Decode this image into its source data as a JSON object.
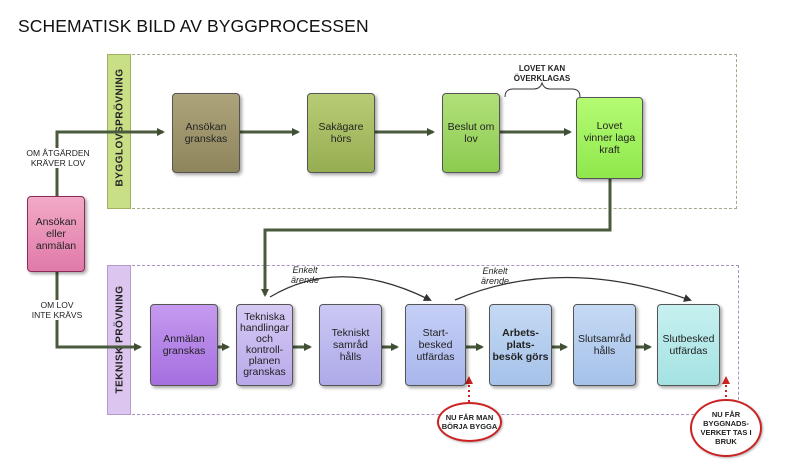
{
  "title": "SCHEMATISK BILD AV BYGGPROCESSEN",
  "swimlanes": {
    "bygglov": "BYGGLOVSPRÖVNING",
    "teknisk": "TEKNISK PRÖVNING"
  },
  "start_box": "Ansökan\neller\nanmälan",
  "branch_labels": {
    "kraver_lov": "OM ÅTGÄRDEN\nKRÄVER LOV",
    "inte_lov": "OM LOV\nINTE KRÄVS"
  },
  "bygglov_steps": [
    "Ansökan\ngranskas",
    "Sakägare\nhörs",
    "Beslut om\nlov",
    "Lovet\nvinner laga\nkraft"
  ],
  "appeal_note": "LOVET KAN\nÖVERKLAGAS",
  "teknisk_steps": [
    "Anmälan\ngranskas",
    "Tekniska\nhandlingar\noch\nkontroll-\nplanen\ngranskas",
    "Tekniskt\nsamråd\nhålls",
    "Start-\nbesked\nutfärdas",
    "Arbets-\nplats-\nbesök görs",
    "Slutsamråd\nhålls",
    "Slutbesked\nutfärdas"
  ],
  "simple_case_note": "Enkelt\närende",
  "callouts": {
    "start_building": "NU FÅR MAN\nBÖRJA BYGGA",
    "in_use": "NU FÅR\nBYGGNADS-\nVERKET TAS I\nBRUK"
  },
  "colors": {
    "connector": "#4a5a3c",
    "callout_border": "#cc2222",
    "bygglov_band": "#c8dc86",
    "teknisk_band": "#ddc4f0"
  }
}
